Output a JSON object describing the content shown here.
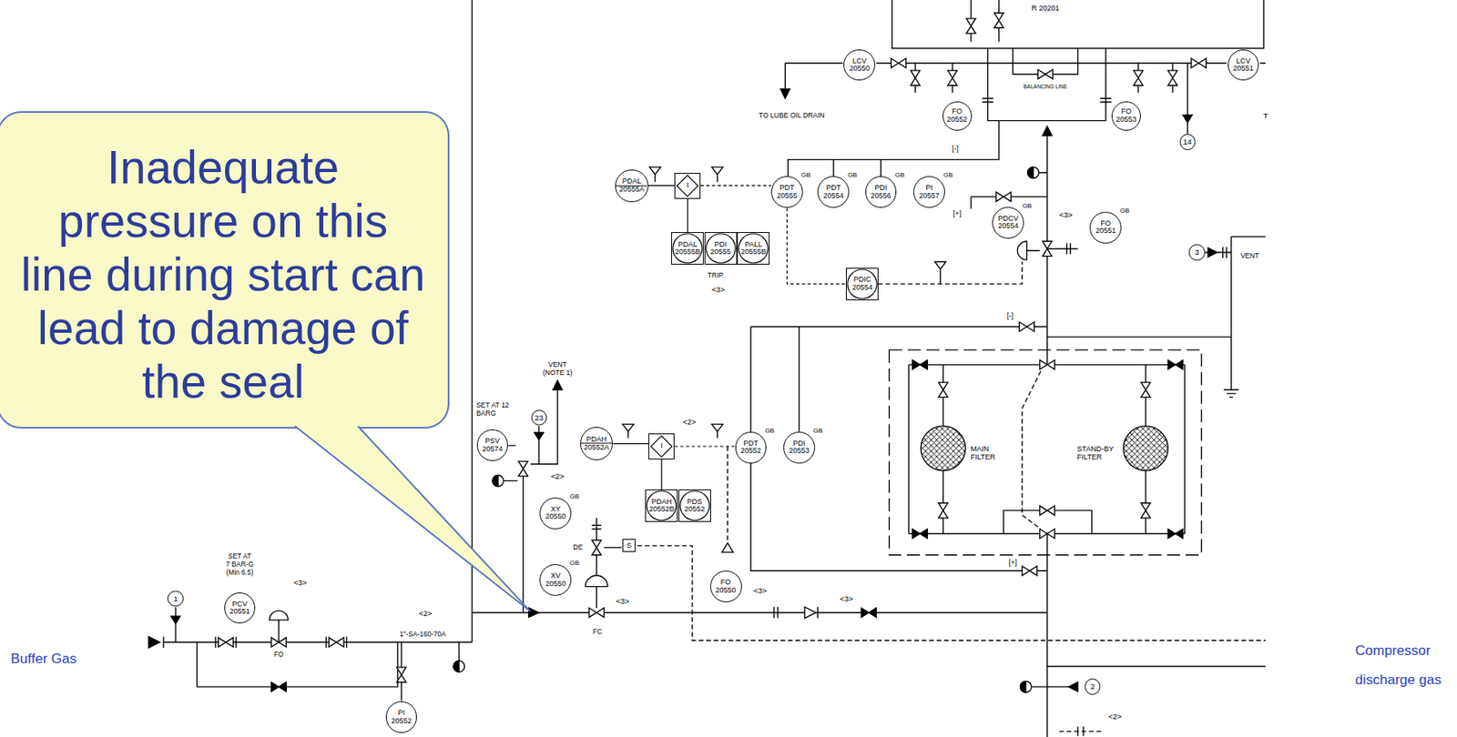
{
  "diagram": {
    "nodes": [
      {
        "text": [
          "Inadequate pressure on this line during start can lead to damage of the seal"
        ]
      },
      {
        "text": [
          "LCV 20550"
        ]
      },
      {
        "text": [
          "LCV 20551"
        ]
      },
      {
        "text": [
          "FO 20552"
        ]
      },
      {
        "text": [
          "FO 20553"
        ]
      },
      {
        "text": [
          "14"
        ]
      },
      {
        "text": [
          "PDAL 20555A"
        ]
      },
      {
        "text": [
          "I"
        ]
      },
      {
        "text": [
          "PDT 20555",
          "GB"
        ]
      },
      {
        "text": [
          "PDT 20554",
          "GB"
        ]
      },
      {
        "text": [
          "PDI 20556",
          "GB"
        ]
      },
      {
        "text": [
          "PI 20557",
          "GB"
        ]
      },
      {
        "text": [
          "PDCV 20554",
          "GB"
        ]
      },
      {
        "text": [
          "FO 20551",
          "GB"
        ]
      },
      {
        "text": [
          "PDAL 20555B"
        ]
      },
      {
        "text": [
          "PDI 20555"
        ]
      },
      {
        "text": [
          "PALL 20555B"
        ]
      },
      {
        "text": [
          "PDIC 20554"
        ]
      },
      {
        "text": [
          "3"
        ]
      },
      {
        "text": [
          "23"
        ]
      },
      {
        "text": [
          "PSV 20574"
        ]
      },
      {
        "text": [
          "PDAH 20552A"
        ]
      },
      {
        "text": [
          "I"
        ]
      },
      {
        "text": [
          "PDT 20552",
          "GB"
        ]
      },
      {
        "text": [
          "PDI 20553",
          "GB"
        ]
      },
      {
        "text": [
          "PDAH 20552B"
        ]
      },
      {
        "text": [
          "PDS 20552"
        ]
      },
      {
        "text": [
          "XY 20550",
          "GB"
        ]
      },
      {
        "text": [
          "S"
        ]
      },
      {
        "text": [
          "XV 20550",
          "GB"
        ]
      },
      {
        "text": [
          "FO 20550"
        ]
      },
      {
        "text": [
          "1"
        ]
      },
      {
        "text": [
          "PCV 20551"
        ]
      },
      {
        "text": [
          "PI 20552"
        ]
      },
      {
        "text": [
          "2"
        ]
      }
    ],
    "edges": [
      {
        "from": 6,
        "to": 7,
        "arrow": "none"
      },
      {
        "from": 7,
        "to": 8,
        "arrow": "none"
      },
      {
        "from": 7,
        "to": 14,
        "arrow": "none"
      },
      {
        "from": 21,
        "to": 22,
        "arrow": "none"
      },
      {
        "from": 22,
        "to": 23,
        "arrow": "none"
      },
      {
        "from": 22,
        "to": 25,
        "arrow": "none"
      },
      {
        "from": 8,
        "to": 17,
        "arrow": "none"
      }
    ],
    "labels": [
      "R 20201",
      "TO LUBE OIL DRAIN",
      "BALANCING LINE",
      "T",
      "[-]",
      "[+]",
      "<3>",
      "TRIP",
      "<3>",
      "VENT",
      "[-]",
      "MAIN FILTER",
      "STAND-BY FILTER",
      "[+]",
      "VENT (NOTE 1)",
      "SET AT 12 BARG",
      "<2>",
      "<2>",
      "DE",
      "FC",
      "<3>",
      "<3>",
      "<3>",
      "SET AT 7 BAR-G (Min 6.5)",
      "<3>",
      "FO",
      "<2>",
      "1\"-SA-160-70A",
      "Buffer Gas",
      "Compressor discharge gas",
      "<2>"
    ]
  }
}
